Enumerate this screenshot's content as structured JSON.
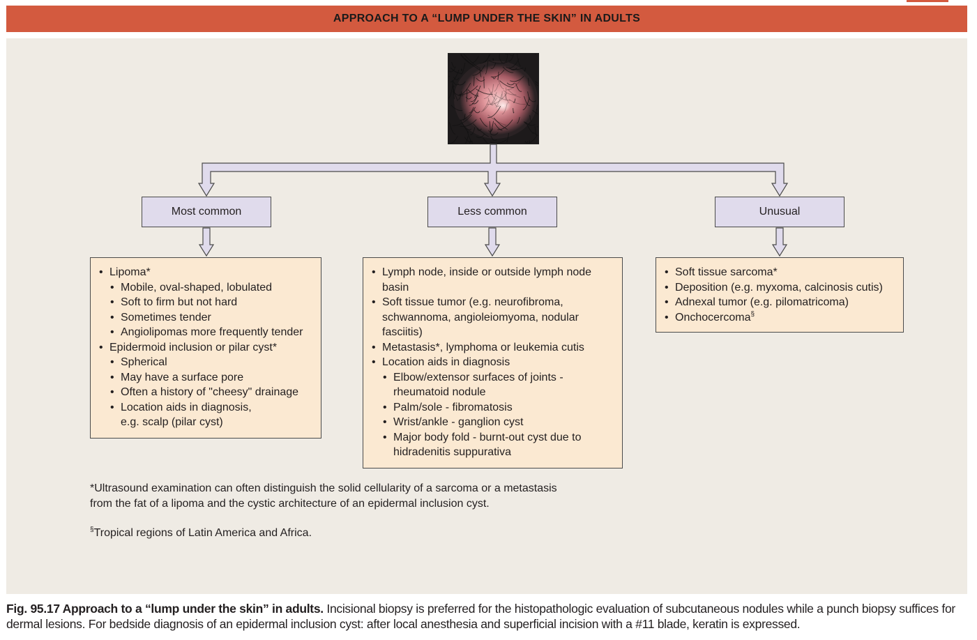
{
  "header": {
    "title": "APPROACH TO A “LUMP UNDER THE SKIN” IN ADULTS"
  },
  "photo": {
    "icon": "scalp-lump-photo"
  },
  "categories": [
    {
      "label": "Most common",
      "items": [
        {
          "text": "Lipoma*",
          "sub": [
            "Mobile, oval-shaped, lobulated",
            "Soft to firm but not hard",
            "Sometimes tender",
            "Angiolipomas more frequently tender"
          ]
        },
        {
          "text": "Epidermoid inclusion or pilar cyst*",
          "sub": [
            "Spherical",
            "May have a surface pore",
            "Often a history of \"cheesy\" drainage",
            "Location aids in diagnosis,\ne.g. scalp (pilar cyst)"
          ]
        }
      ]
    },
    {
      "label": "Less common",
      "items": [
        {
          "text": "Lymph node, inside or outside lymph node basin",
          "sub": []
        },
        {
          "text": "Soft tissue tumor (e.g. neurofibroma, schwannoma, angioleiomyoma, nodular fasciitis)",
          "sub": []
        },
        {
          "text": "Metastasis*, lymphoma or leukemia cutis",
          "sub": []
        },
        {
          "text": "Location aids in diagnosis",
          "sub": [
            "Elbow/extensor surfaces of joints - rheumatoid nodule",
            "Palm/sole - fibromatosis",
            "Wrist/ankle - ganglion cyst",
            "Major body fold - burnt-out cyst due to hidradenitis suppurativa"
          ]
        }
      ]
    },
    {
      "label": "Unusual",
      "items": [
        {
          "text": "Soft tissue sarcoma*",
          "sub": []
        },
        {
          "text": "Deposition (e.g. myxoma, calcinosis cutis)",
          "sub": []
        },
        {
          "text": "Adnexal tumor (e.g. pilomatricoma)",
          "sub": []
        },
        {
          "text": "Onchocercoma",
          "sup": "§",
          "sub": []
        }
      ]
    }
  ],
  "footnotes": {
    "ultrasound": "*Ultrasound examination can often distinguish the solid cellularity of a sarcoma or a metastasis\nfrom the fat of a lipoma and the cystic architecture of an epidermal inclusion cyst.",
    "tropical_mark": "§",
    "tropical": "Tropical regions of Latin America and Africa."
  },
  "caption": {
    "label": "Fig. 95.17 Approach to a “lump under the skin” in adults.",
    "text": " Incisional biopsy is preferred for the histopathologic evaluation of subcutaneous nodules while a punch biopsy suffices for dermal lesions.  For bedside diagnosis of an epidermal inclusion cyst: after local anesthesia and superficial incision with a #11 blade, keratin is expressed."
  },
  "colors": {
    "header": "#d35a3f",
    "panel": "#efebe4",
    "category_box": "#e0dbec",
    "detail_box": "#fbe9d2"
  }
}
